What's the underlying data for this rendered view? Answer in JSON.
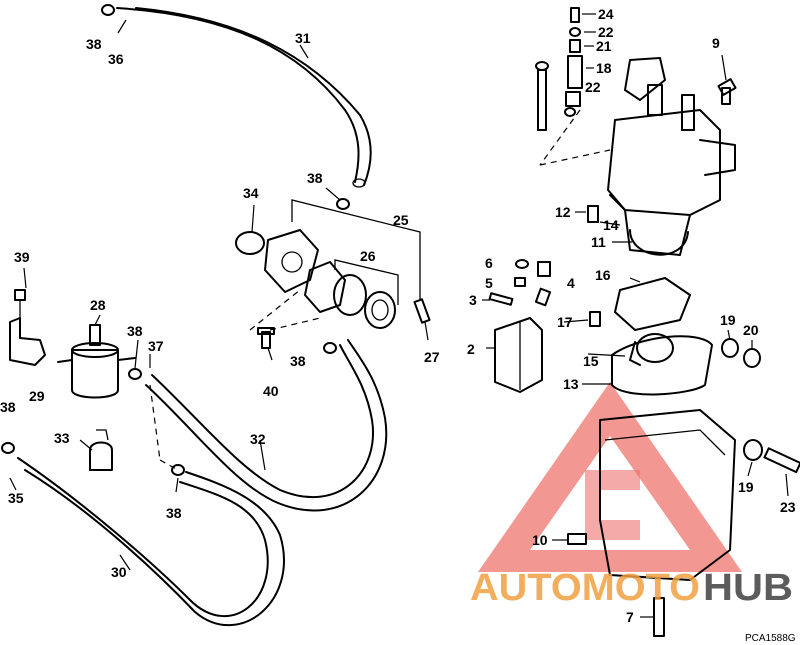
{
  "diagram": {
    "part_labels": [
      {
        "text": "24"
      },
      {
        "text": "22"
      },
      {
        "text": "21"
      },
      {
        "text": "18"
      },
      {
        "text": "22"
      },
      {
        "text": "9"
      },
      {
        "text": "31"
      },
      {
        "text": "38"
      },
      {
        "text": "36"
      },
      {
        "text": "34"
      },
      {
        "text": "38"
      },
      {
        "text": "25"
      },
      {
        "text": "26"
      },
      {
        "text": "12"
      },
      {
        "text": "14"
      },
      {
        "text": "11"
      },
      {
        "text": "39"
      },
      {
        "text": "6"
      },
      {
        "text": "5"
      },
      {
        "text": "4"
      },
      {
        "text": "16"
      },
      {
        "text": "3"
      },
      {
        "text": "28"
      },
      {
        "text": "38"
      },
      {
        "text": "37"
      },
      {
        "text": "27"
      },
      {
        "text": "17"
      },
      {
        "text": "19"
      },
      {
        "text": "20"
      },
      {
        "text": "2"
      },
      {
        "text": "38"
      },
      {
        "text": "15"
      },
      {
        "text": "29"
      },
      {
        "text": "40"
      },
      {
        "text": "13"
      },
      {
        "text": "38"
      },
      {
        "text": "33"
      },
      {
        "text": "32"
      },
      {
        "text": "19"
      },
      {
        "text": "35"
      },
      {
        "text": "38"
      },
      {
        "text": "23"
      },
      {
        "text": "30"
      },
      {
        "text": "10"
      },
      {
        "text": "7"
      }
    ],
    "figure_code": "PCA1588G"
  },
  "watermark": {
    "part1": "AUTOMOTO",
    "part2": "HUB",
    "color_main": "#f0a040",
    "color_hub": "#333333",
    "triangle_color": "#e8453c"
  }
}
